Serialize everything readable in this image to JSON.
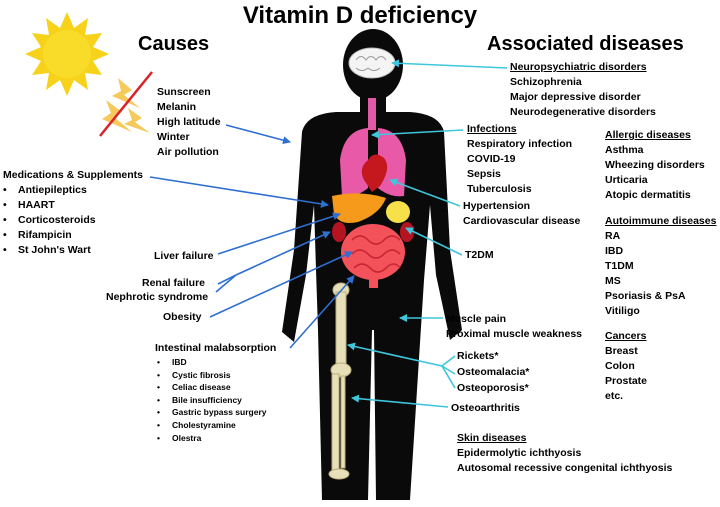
{
  "title": "Vitamin D deficiency",
  "causes_heading": "Causes",
  "diseases_heading": "Associated diseases",
  "environmental_causes": [
    "Sunscreen",
    "Melanin",
    "High latitude",
    "Winter",
    "Air pollution"
  ],
  "medications": {
    "heading": "Medications & Supplements",
    "items": [
      "Antiepileptics",
      "HAART",
      "Corticosteroids",
      "Rifampicin",
      "St John's Wart"
    ]
  },
  "liver_failure": "Liver failure",
  "renal_failure": "Renal failure",
  "nephrotic_syndrome": "Nephrotic syndrome",
  "obesity": "Obesity",
  "intestinal_malabsorption": {
    "heading": "Intestinal malabsorption",
    "items": [
      "IBD",
      "Cystic fibrosis",
      "Celiac disease",
      "Bile insufficiency",
      "Gastric bypass surgery",
      "Cholestyramine",
      "Olestra"
    ]
  },
  "neuropsychiatric": {
    "heading": "Neuropsychiatric disorders",
    "items": [
      "Schizophrenia",
      "Major depressive disorder",
      "Neurodegenerative disorders"
    ]
  },
  "infections": {
    "heading": "Infections",
    "items": [
      "Respiratory infection",
      "COVID-19",
      "Sepsis",
      "Tuberculosis"
    ]
  },
  "hypertension": "Hypertension",
  "cardiovascular": "Cardiovascular disease",
  "t2dm": "T2DM",
  "muscle_pain": "Muscle pain",
  "proximal_muscle": "Proximal muscle weakness",
  "rickets": "Rickets*",
  "osteomalacia": "Osteomalacia*",
  "osteoporosis": "Osteoporosis*",
  "osteoarthritis": "Osteoarthritis",
  "skin": {
    "heading": "Skin diseases",
    "items": [
      "Epidermolytic  ichthyosis",
      "Autosomal recessive congenital ichthyosis"
    ]
  },
  "allergic": {
    "heading": "Allergic diseases",
    "items": [
      "Asthma",
      "Wheezing disorders",
      "Urticaria",
      "Atopic dermatitis"
    ]
  },
  "autoimmune": {
    "heading": "Autoimmune diseases",
    "items": [
      "RA",
      "IBD",
      "T1DM",
      "MS",
      "Psoriasis & PsA",
      "Vitiligo"
    ]
  },
  "cancers": {
    "heading": "Cancers",
    "items": [
      "Breast",
      "Colon",
      "Prostate",
      "etc."
    ]
  },
  "colors": {
    "cause_arrow": "#2e6fd0",
    "disease_arrow": "#3ec6dc",
    "body": "#0a0a0a",
    "sun": "#f7d21a",
    "sun_slash": "#d8232a"
  },
  "icons": [
    "sun-icon",
    "crossed-sun-rays-icon",
    "human-body-icon",
    "brain-icon",
    "lungs-icon",
    "heart-icon",
    "liver-icon",
    "stomach-icon",
    "intestines-icon",
    "kidney-icon",
    "leg-bone-icon"
  ]
}
